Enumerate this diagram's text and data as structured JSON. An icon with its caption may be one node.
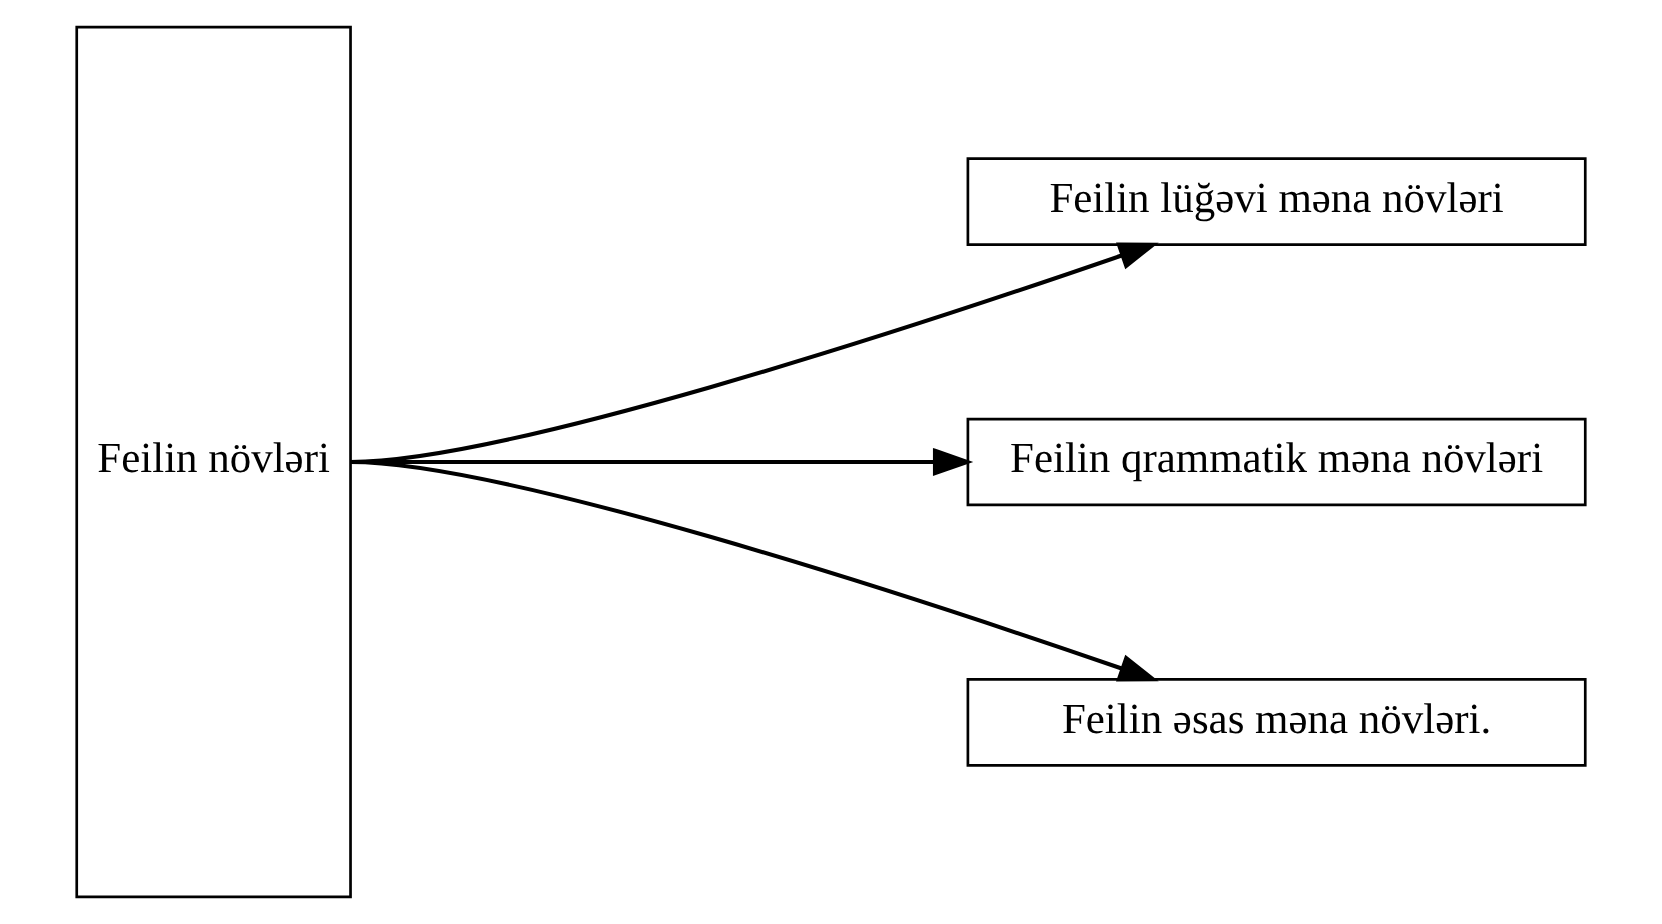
{
  "diagram": {
    "nodes": [
      {
        "text": [
          "Feilin növləri"
        ]
      },
      {
        "text": [
          "Feilin lüğəvi məna növləri"
        ]
      },
      {
        "text": [
          "Feilin qrammatik məna növləri"
        ]
      },
      {
        "text": [
          "Feilin əsas məna növləri."
        ]
      }
    ],
    "edges": [
      {
        "from": 0,
        "to": 1,
        "arrow": "to"
      },
      {
        "from": 0,
        "to": 2,
        "arrow": "to"
      },
      {
        "from": 0,
        "to": 3,
        "arrow": "to"
      }
    ]
  }
}
